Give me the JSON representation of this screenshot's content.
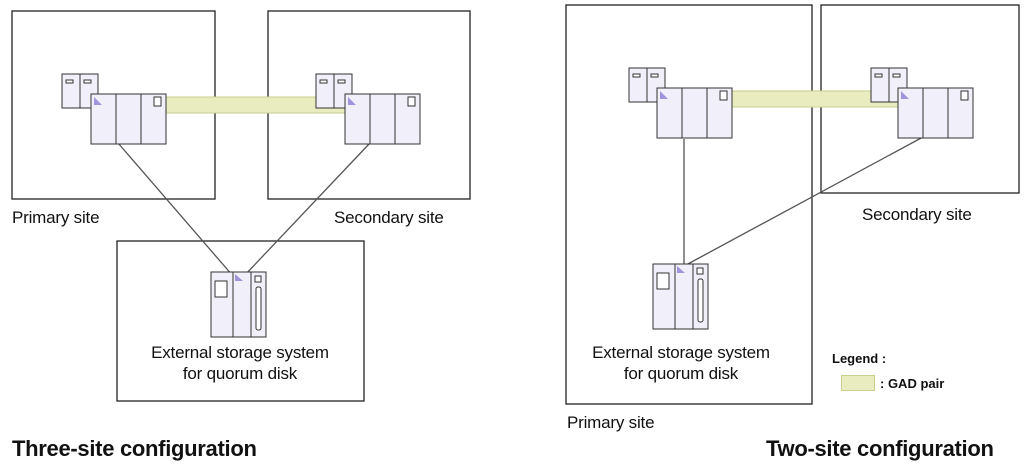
{
  "three_site": {
    "title": "Three-site configuration",
    "primary_label": "Primary site",
    "secondary_label": "Secondary site",
    "external_line1": "External storage system",
    "external_line2": "for quorum disk"
  },
  "two_site": {
    "title": "Two-site configuration",
    "primary_label": "Primary site",
    "secondary_label": "Secondary site",
    "external_line1": "External storage system",
    "external_line2": "for quorum disk"
  },
  "legend": {
    "title": "Legend :",
    "items": [
      {
        "label": ": GAD pair",
        "color": "#e8ecbe"
      }
    ]
  },
  "colors": {
    "storage_fill": "#f1effa",
    "pair_link": "#e8ecbe",
    "accent_triangle": "#9f95dd",
    "line": "#555555",
    "box_border": "#222222"
  }
}
